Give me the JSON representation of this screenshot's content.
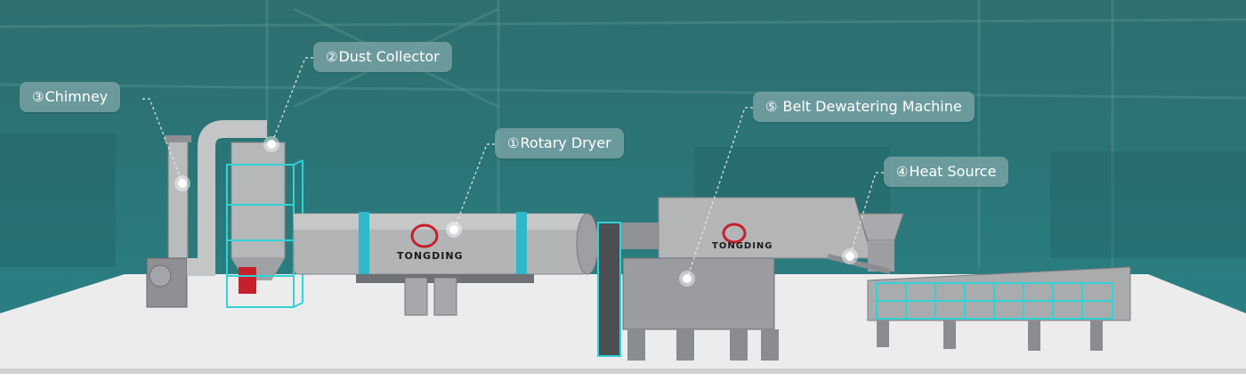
{
  "callouts": {
    "rotary_dryer": {
      "number": "①",
      "label": "Rotary Dryer"
    },
    "dust_collector": {
      "number": "②",
      "label": "Dust Collector"
    },
    "chimney": {
      "number": "③",
      "label": "Chimney"
    },
    "heat_source": {
      "number": "④",
      "label": "Heat Source"
    },
    "belt_dewatering": {
      "number": "⑤",
      "label": " Belt Dewatering Machine"
    }
  },
  "brand": {
    "dryer_logo_text": "TONGDING",
    "dewatering_logo_text": "TONGDING"
  },
  "colors": {
    "background_teal": "#2b7476",
    "floor": "#e9e9ea",
    "frame_cyan": "#2fd3d6",
    "machine_gray": "#a9abad",
    "logo_red": "#c8202a"
  }
}
